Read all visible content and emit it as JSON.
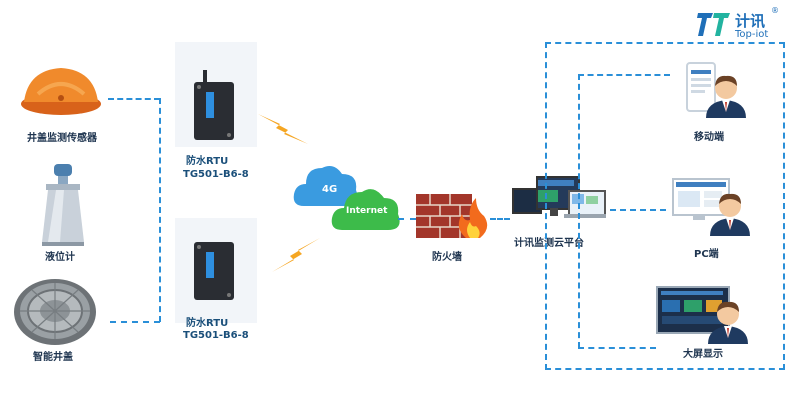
{
  "logo": {
    "mark": "TT",
    "name_cn": "计讯",
    "name_en": "Top-iot",
    "registered": "®"
  },
  "sensors": [
    {
      "label": "井盖监测传感器"
    },
    {
      "label": "液位计"
    },
    {
      "label": "智能井盖"
    }
  ],
  "rtu_top": {
    "line1": "防水RTU",
    "line2": "TG501-B6-8"
  },
  "rtu_bottom": {
    "line1": "防水RTU",
    "line2": "TG501-B6-8"
  },
  "cloud": {
    "label_4g": "4G",
    "label_internet": "Internet"
  },
  "firewall": {
    "label": "防火墙"
  },
  "platform": {
    "label": "计讯监测云平台"
  },
  "clients": [
    {
      "label": "移动端"
    },
    {
      "label": "PC端"
    },
    {
      "label": "大屏显示"
    }
  ],
  "colors": {
    "line": "#2a8fd8",
    "bolt": "#f5a623",
    "cloud_blue": "#3a9be0",
    "cloud_green": "#3dbb4a",
    "brand": "#1f6fb8"
  }
}
